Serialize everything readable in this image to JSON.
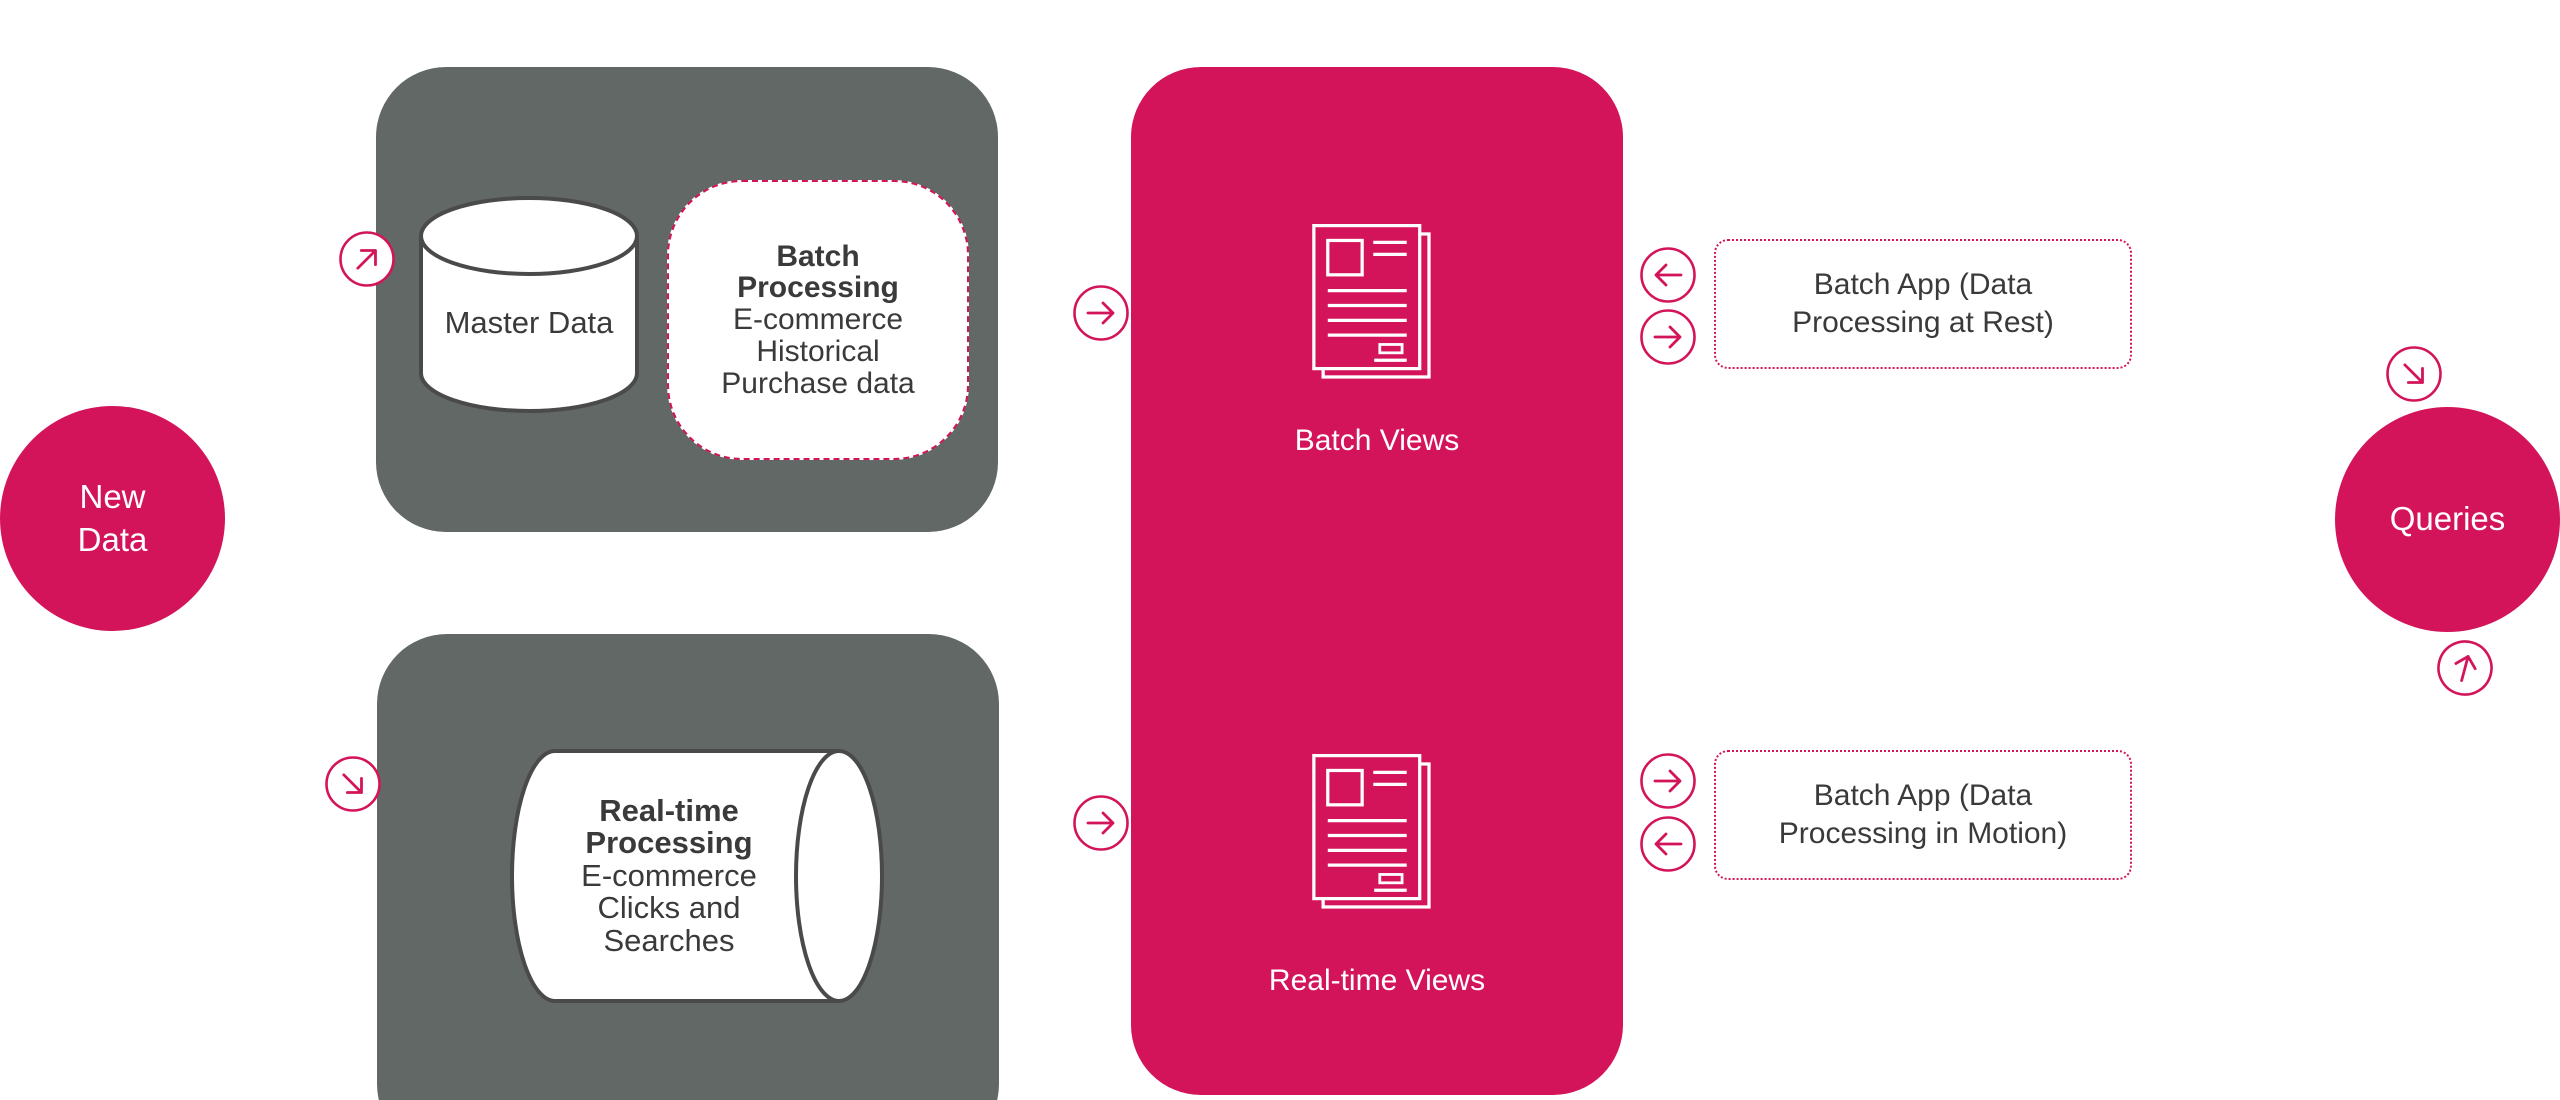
{
  "nodes": {
    "new_data": {
      "line1": "New",
      "line2": "Data"
    },
    "queries": {
      "label": "Queries"
    }
  },
  "master_data": {
    "label": "Master Data"
  },
  "batch_processing": {
    "title_line1": "Batch",
    "title_line2": "Processing",
    "desc_line1": "E-commerce",
    "desc_line2": "Historical",
    "desc_line3": "Purchase data"
  },
  "realtime_processing": {
    "title_line1": "Real-time",
    "title_line2": "Processing",
    "desc_line1": "E-commerce",
    "desc_line2": "Clicks and",
    "desc_line3": "Searches"
  },
  "views": {
    "batch": {
      "label": "Batch Views",
      "icon": "document-icon"
    },
    "realtime": {
      "label": "Real-time Views",
      "icon": "document-icon"
    }
  },
  "apps": {
    "rest": {
      "line1": "Batch App (Data",
      "line2": "Processing at Rest)"
    },
    "motion": {
      "line1": "Batch App (Data",
      "line2": "Processing in Motion)"
    }
  },
  "colors": {
    "accent": "#d4145a",
    "panel_gray": "#626865",
    "text_dark": "#3a3a3a",
    "white": "#ffffff"
  },
  "icons": {
    "arrow": "circled-arrow-icon",
    "document": "document-icon"
  }
}
